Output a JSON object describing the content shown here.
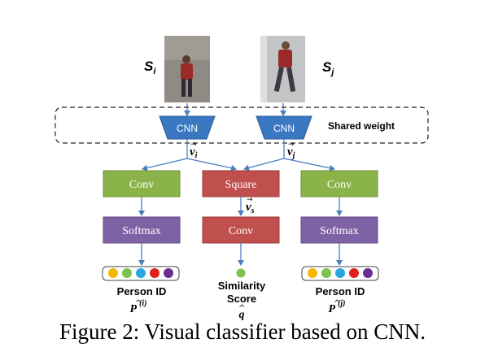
{
  "inputs": {
    "left_label": "S",
    "left_sub": "i",
    "right_label": "S",
    "right_sub": "j"
  },
  "shared": {
    "cnn_left": "CNN",
    "cnn_right": "CNN",
    "label": "Shared weight"
  },
  "vectors": {
    "vi_main": "v",
    "vi_sub": "i",
    "vj_main": "v",
    "vj_sub": "j",
    "vs_main": "v",
    "vs_sub": "s"
  },
  "blocks": {
    "conv_left": "Conv",
    "square": "Square",
    "conv_right": "Conv",
    "softmax_left": "Softmax",
    "conv_mid": "Conv",
    "softmax_right": "Softmax"
  },
  "outputs": {
    "left_title": "Person ID",
    "left_symbol": "P",
    "left_sup": "(i)",
    "mid_line1": "Similarity",
    "mid_line2": "Score",
    "mid_symbol": "q",
    "right_title": "Person ID",
    "right_symbol": "P",
    "right_sup": "(j)"
  },
  "colors": {
    "cnn": "#3a78c2",
    "conv_green": "#8ab34a",
    "square_red": "#c0504d",
    "softmax_purple": "#7f62a6",
    "arrow": "#4a7fc0",
    "dots": [
      "#f5b800",
      "#7cc24e",
      "#2aa6e0",
      "#e0201f",
      "#6a2c91"
    ],
    "score_dot": "#7cc24e"
  },
  "caption": "Figure 2: Visual classifier based on CNN."
}
